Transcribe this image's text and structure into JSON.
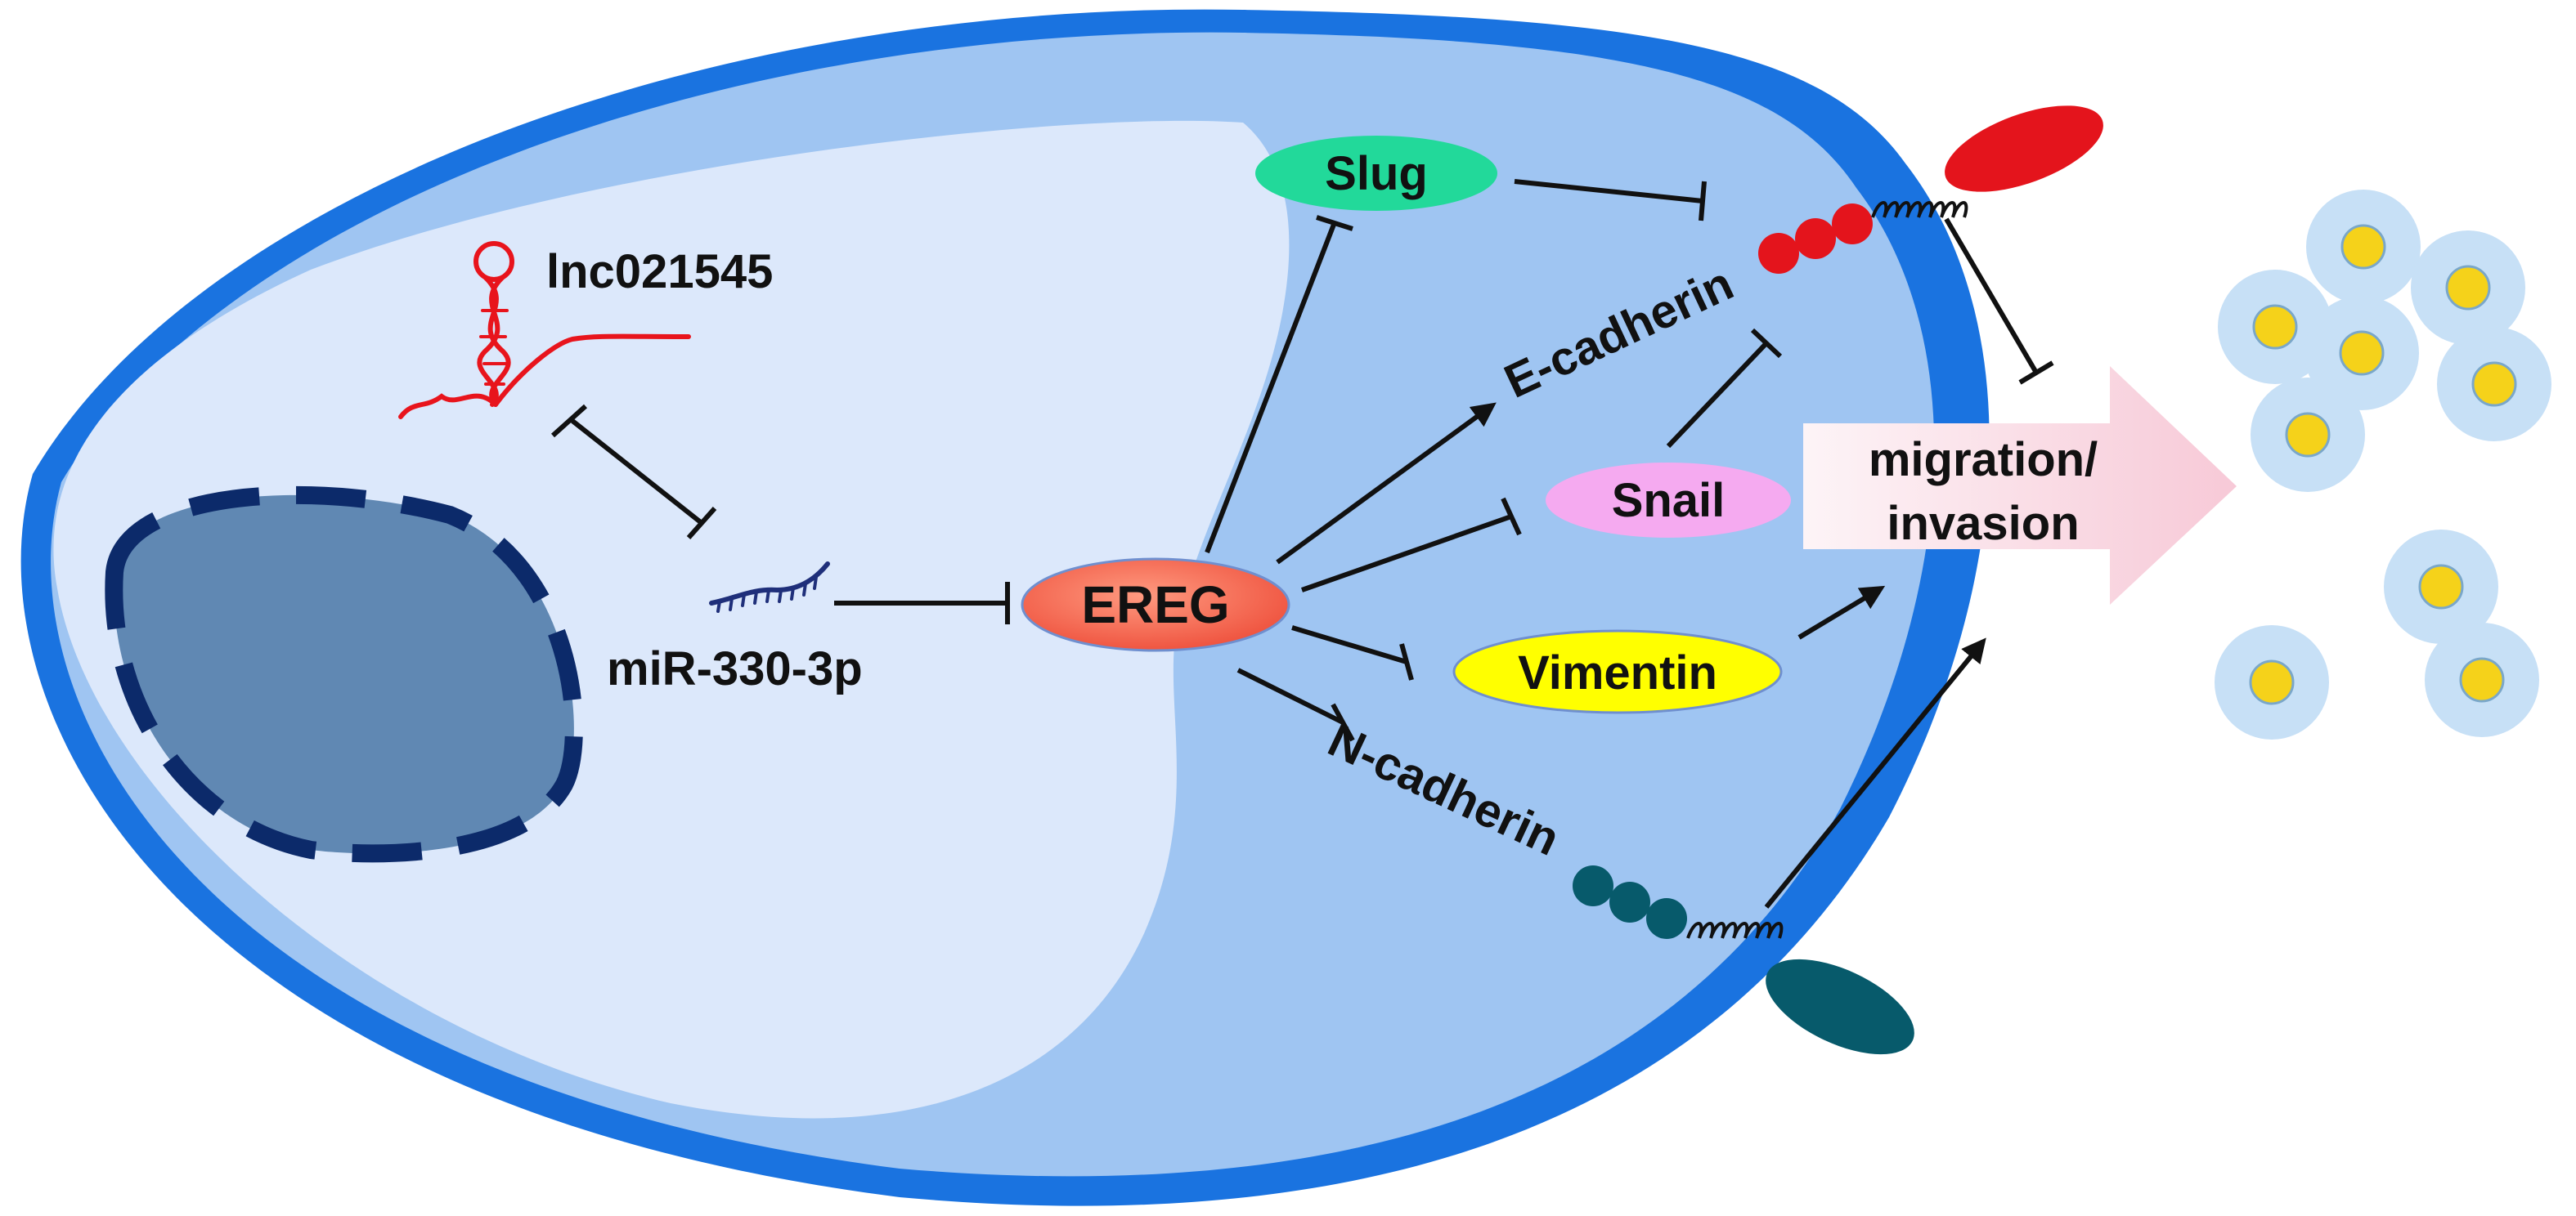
{
  "nodes": {
    "lnc": "lnc021545",
    "mir": "miR-330-3p",
    "ereg": "EREG",
    "slug": "Slug",
    "snail": "Snail",
    "vimentin": "Vimentin",
    "ecadherin": "E-cadherin",
    "ncadherin": "N-cadherin",
    "outcome_line1": "migration/",
    "outcome_line2": "invasion"
  },
  "colors": {
    "membrane": "#1a73e0",
    "cytoplasm": "#9fc5f2",
    "inner_region": "#dce8fb",
    "nucleus": "#6088b3",
    "nucleus_border": "#0c2a6a",
    "lnc_rna": "#e8141c",
    "mir_rna": "#1f2f7a",
    "ereg": "#f0604a",
    "slug": "#22d99a",
    "snail": "#f5aaf0",
    "vimentin": "#ffff00",
    "ecadherin": "#e4141c",
    "ncadherin": "#075a6b",
    "outcome_arrow": "#fadbe5",
    "released_cell": "#c7e0f6",
    "released_nucleus": "#f5d21a"
  },
  "relations": [
    {
      "from": "lnc021545",
      "to": "miR-330-3p",
      "type": "inhibit"
    },
    {
      "from": "miR-330-3p",
      "to": "EREG",
      "type": "inhibit"
    },
    {
      "from": "EREG",
      "to": "Slug",
      "type": "inhibit"
    },
    {
      "from": "EREG",
      "to": "E-cadherin",
      "type": "activate"
    },
    {
      "from": "EREG",
      "to": "Snail",
      "type": "inhibit"
    },
    {
      "from": "EREG",
      "to": "Vimentin",
      "type": "inhibit"
    },
    {
      "from": "EREG",
      "to": "N-cadherin",
      "type": "inhibit"
    },
    {
      "from": "Slug",
      "to": "E-cadherin",
      "type": "inhibit"
    },
    {
      "from": "Snail",
      "to": "E-cadherin",
      "type": "inhibit"
    },
    {
      "from": "E-cadherin",
      "to": "migration/invasion",
      "type": "inhibit"
    },
    {
      "from": "Vimentin",
      "to": "migration/invasion",
      "type": "activate"
    },
    {
      "from": "N-cadherin",
      "to": "migration/invasion",
      "type": "activate"
    }
  ]
}
